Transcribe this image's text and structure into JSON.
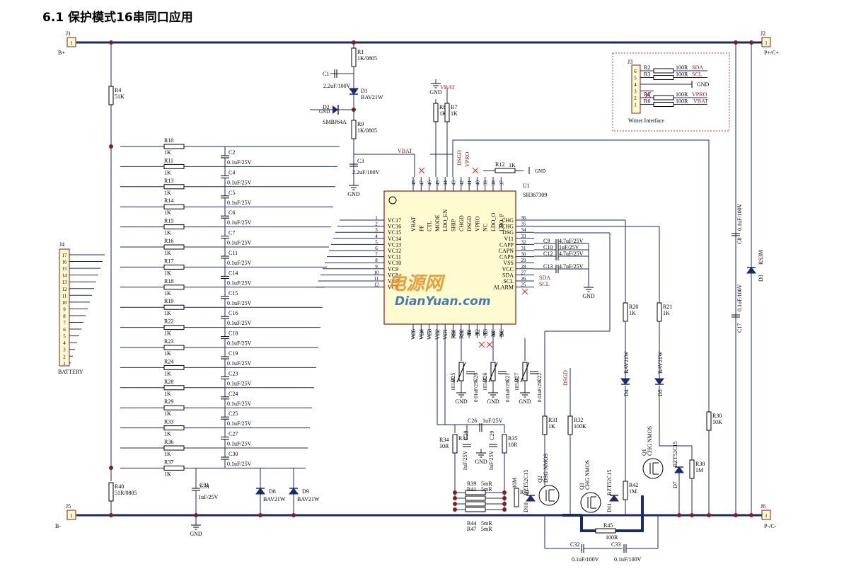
{
  "title": "6.1 保护模式16串同口应用",
  "connectors": {
    "j1": {
      "ref": "J1",
      "net": "B+",
      "pin": "1"
    },
    "j2": {
      "ref": "J2",
      "net": "P+/C+",
      "pin": "1"
    },
    "j5": {
      "ref": "J5",
      "net": "B-",
      "pin": "1"
    },
    "j6": {
      "ref": "J6",
      "net": "P-/C-",
      "pin": "1"
    },
    "j4": {
      "ref": "J4",
      "name": "BATTERY",
      "pins": [
        "17",
        "16",
        "15",
        "14",
        "13",
        "12",
        "11",
        "10",
        "9",
        "8",
        "7",
        "6",
        "5",
        "4",
        "3",
        "2",
        "1"
      ]
    }
  },
  "writer": {
    "ref": "J3",
    "title": "Writer Interface",
    "pins": [
      "6",
      "5",
      "4",
      "3",
      "2",
      "1"
    ],
    "resistors": [
      {
        "ref": "R2",
        "value": "100R",
        "net": "SDA"
      },
      {
        "ref": "R3",
        "value": "100R",
        "net": "SCL"
      },
      {
        "ref": "R5",
        "value": "100R",
        "net": "VPRO"
      },
      {
        "ref": "R6",
        "value": "100R",
        "net": "VBAT"
      }
    ],
    "gnd": "GND"
  },
  "ic": {
    "ref": "U1",
    "part": "SH367309",
    "top_pins": [
      {
        "num": "48",
        "name": "VBAT"
      },
      {
        "num": "47",
        "name": "PF"
      },
      {
        "num": "46",
        "name": "CTL"
      },
      {
        "num": "45",
        "name": "MODE"
      },
      {
        "num": "44",
        "name": "LDO_EN"
      },
      {
        "num": "43",
        "name": "SHIP"
      },
      {
        "num": "42",
        "name": "CHGD"
      },
      {
        "num": "41",
        "name": "DSGD"
      },
      {
        "num": "40",
        "name": "VPRO"
      },
      {
        "num": "39",
        "name": "NC"
      },
      {
        "num": "38",
        "name": "LDO_O"
      },
      {
        "num": "37",
        "name": "LDO_P"
      }
    ],
    "left_pins": [
      {
        "num": "1",
        "name": "VC17"
      },
      {
        "num": "2",
        "name": "VC16"
      },
      {
        "num": "3",
        "name": "VC15"
      },
      {
        "num": "4",
        "name": "VC14"
      },
      {
        "num": "5",
        "name": "VC13"
      },
      {
        "num": "6",
        "name": "VC12"
      },
      {
        "num": "7",
        "name": "VC11"
      },
      {
        "num": "8",
        "name": "VC10"
      },
      {
        "num": "9",
        "name": "VC9"
      },
      {
        "num": "10",
        "name": "VC8"
      },
      {
        "num": "11",
        "name": "VC7"
      },
      {
        "num": "12",
        "name": "VC6"
      }
    ],
    "right_pins": [
      {
        "num": "36",
        "name": "CHG"
      },
      {
        "num": "35",
        "name": "PCHG"
      },
      {
        "num": "34",
        "name": "DSG"
      },
      {
        "num": "33",
        "name": "V11"
      },
      {
        "num": "32",
        "name": "CAPP"
      },
      {
        "num": "31",
        "name": "CAPN"
      },
      {
        "num": "30",
        "name": "CAPS"
      },
      {
        "num": "29",
        "name": "VSS"
      },
      {
        "num": "28",
        "name": "VCC"
      },
      {
        "num": "27",
        "name": "SDA"
      },
      {
        "num": "26",
        "name": "SCL"
      },
      {
        "num": "25",
        "name": "ALARM"
      }
    ],
    "bottom_pins": [
      {
        "num": "13",
        "name": "VC5"
      },
      {
        "num": "14",
        "name": "VC4"
      },
      {
        "num": "15",
        "name": "VC3"
      },
      {
        "num": "16",
        "name": "VC2"
      },
      {
        "num": "17",
        "name": "VC1"
      },
      {
        "num": "18",
        "name": "RS1"
      },
      {
        "num": "19",
        "name": "RS2"
      },
      {
        "num": "20",
        "name": "T1"
      },
      {
        "num": "21",
        "name": "T2"
      },
      {
        "num": "22",
        "name": "T3"
      },
      {
        "num": "23",
        "name": "NC"
      },
      {
        "num": "24",
        "name": "NC"
      }
    ]
  },
  "cell_filter": [
    {
      "r": "R10",
      "rv": "1K",
      "c": "C2",
      "cv": "0.1uF/25V"
    },
    {
      "r": "R11",
      "rv": "1K",
      "c": "C4",
      "cv": "0.1uF/25V"
    },
    {
      "r": "R13",
      "rv": "1K",
      "c": "C5",
      "cv": "0.1uF/25V"
    },
    {
      "r": "R14",
      "rv": "1K",
      "c": "C6",
      "cv": "0.1uF/25V"
    },
    {
      "r": "R15",
      "rv": "1K",
      "c": "C7",
      "cv": "0.1uF/25V"
    },
    {
      "r": "R16",
      "rv": "1K",
      "c": "C11",
      "cv": "0.1uF/25V"
    },
    {
      "r": "R17",
      "rv": "1K",
      "c": "C14",
      "cv": "0.1uF/25V"
    },
    {
      "r": "R18",
      "rv": "1K",
      "c": "C15",
      "cv": "0.1uF/25V"
    },
    {
      "r": "R19",
      "rv": "1K",
      "c": "C16",
      "cv": "0.1uF/25V"
    },
    {
      "r": "R22",
      "rv": "1K",
      "c": "C18",
      "cv": "0.1uF/25V"
    },
    {
      "r": "R23",
      "rv": "1K",
      "c": "C19",
      "cv": "0.1uF/25V"
    },
    {
      "r": "R24",
      "rv": "1K",
      "c": "C23",
      "cv": "0.1uF/25V"
    },
    {
      "r": "R28",
      "rv": "1K",
      "c": "C24",
      "cv": "0.1uF/25V"
    },
    {
      "r": "R29",
      "rv": "1K",
      "c": "C25",
      "cv": "0.1uF/25V"
    },
    {
      "r": "R33",
      "rv": "1K",
      "c": "C27",
      "cv": "0.1uF/25V"
    },
    {
      "r": "R36",
      "rv": "1K",
      "c": "C30",
      "cv": "0.1uF/25V"
    },
    {
      "r": "R37",
      "rv": "1K",
      "c": "",
      "cv": ""
    }
  ],
  "caps_right": [
    {
      "ref": "C9",
      "pin": "33",
      "value": "4.7uF/25V"
    },
    {
      "ref": "C10",
      "pin": "31",
      "value": "1uF/25V"
    },
    {
      "ref": "C12",
      "pin": "30",
      "value": "4.7uF/25V"
    },
    {
      "ref": "C13",
      "pin": "28",
      "value": "4.7uF/25V"
    }
  ],
  "nets": {
    "gnd": "GND",
    "vbat": "VBAT",
    "sda": "SDA",
    "scl": "SCL",
    "dsgd": "DSGD",
    "vpro": "VPRO"
  },
  "parts": {
    "r1": {
      "ref": "R1",
      "value": "1K/0805"
    },
    "r4": {
      "ref": "R4",
      "value": "51K"
    },
    "r7": {
      "ref": "R7",
      "value": "1K"
    },
    "r8": {
      "ref": "R8",
      "value": "1K"
    },
    "r9": {
      "ref": "R9",
      "value": "1K/0805"
    },
    "r12": {
      "ref": "R12",
      "value": "1K"
    },
    "r20": {
      "ref": "R20",
      "value": "1K"
    },
    "r21": {
      "ref": "R21",
      "value": "1K"
    },
    "r25": {
      "ref": "R25",
      "value": "103AT"
    },
    "r26": {
      "ref": "R26",
      "value": "103AT"
    },
    "r27": {
      "ref": "R27",
      "value": "103AT"
    },
    "r30": {
      "ref": "R30",
      "value": "10K"
    },
    "r31": {
      "ref": "R31",
      "value": "1K"
    },
    "r32": {
      "ref": "R32",
      "value": "100K"
    },
    "r34": {
      "ref": "R34",
      "value": "10R"
    },
    "r35": {
      "ref": "R35",
      "value": "10R"
    },
    "r38": {
      "ref": "R38",
      "value": "1M"
    },
    "r39": {
      "ref": "R39",
      "value": "5mR"
    },
    "r40": {
      "ref": "R40",
      "value": "51R/0805"
    },
    "r41": {
      "ref": "R41",
      "value": "5mR"
    },
    "r42": {
      "ref": "R42",
      "value": "1M"
    },
    "r43": {
      "ref": "R43",
      "value": "10M"
    },
    "r44": {
      "ref": "R44",
      "value": "5mR"
    },
    "r45": {
      "ref": "R45",
      "value": "100R"
    },
    "r47": {
      "ref": "R47",
      "value": "5mR"
    },
    "c1": {
      "ref": "C1",
      "value": "2.2uF/100V"
    },
    "c3": {
      "ref": "C3",
      "value": "2.2uF/100V"
    },
    "c8": {
      "ref": "C8",
      "value": "0.1uF/100V"
    },
    "c17": {
      "ref": "C17",
      "value": "0.1uF/100V"
    },
    "c20": {
      "ref": "C20",
      "value": "0.01uF/25V"
    },
    "c21": {
      "ref": "C21",
      "value": "0.01uF/25V"
    },
    "c22": {
      "ref": "C22",
      "value": "0.01uF/25V"
    },
    "c26": {
      "ref": "C26",
      "value": "1uF/25V"
    },
    "c28": {
      "ref": "C28",
      "value": "1uF/25V"
    },
    "c29": {
      "ref": "C29",
      "value": "1uF/25V"
    },
    "c31": {
      "ref": "C31",
      "value": "1uF/25V"
    },
    "c32": {
      "ref": "C32",
      "value": "0.1uF/100V"
    },
    "c33": {
      "ref": "C33",
      "value": "0.1uF/100V"
    },
    "d1": {
      "ref": "D1",
      "value": "BAV21W"
    },
    "d2": {
      "ref": "D2",
      "value": "SMBJ64A"
    },
    "d3": {
      "ref": "D3",
      "value": "RS3M"
    },
    "d4": {
      "ref": "D4",
      "value": "BAV21W"
    },
    "d5": {
      "ref": "D5",
      "value": "BAV21W"
    },
    "d7": {
      "ref": "D7",
      "value": "BZT52C15"
    },
    "d8": {
      "ref": "D8",
      "value": "BAV21W"
    },
    "d9": {
      "ref": "D9",
      "value": "BAV21W"
    },
    "d10": {
      "ref": "D10",
      "value": "BZT52C15"
    },
    "d11": {
      "ref": "D11",
      "value": "BZT52C15"
    },
    "q1": {
      "ref": "Q1",
      "value": "CHG NMOS"
    },
    "q2": {
      "ref": "Q2",
      "value": "DSG NMOS"
    },
    "q3": {
      "ref": "Q3",
      "value": "CHG NMOS"
    }
  },
  "watermark": {
    "main": "电源网",
    "sub": "DianYuan.com"
  }
}
